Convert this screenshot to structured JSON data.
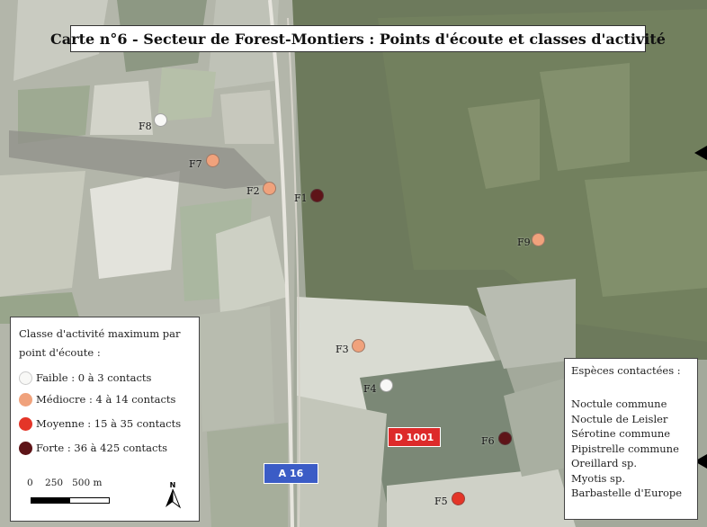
{
  "title": "Carte n°6 - Secteur de Forest-Montiers : Points d'écoute et classes d'activité",
  "colors": {
    "faible": "#f8f8f6",
    "mediocre": "#f0a27c",
    "moyenne": "#e43528",
    "forte": "#5e1418",
    "road_a16": "#3b5cc6",
    "road_d1001": "#dd2a2a"
  },
  "points": [
    {
      "id": "F8",
      "label": "F8",
      "class": "faible"
    },
    {
      "id": "F7",
      "label": "F7",
      "class": "mediocre"
    },
    {
      "id": "F2",
      "label": "F2",
      "class": "mediocre"
    },
    {
      "id": "F1",
      "label": "F1",
      "class": "forte"
    },
    {
      "id": "F9",
      "label": "F9",
      "class": "mediocre"
    },
    {
      "id": "F3",
      "label": "F3",
      "class": "mediocre"
    },
    {
      "id": "F4",
      "label": "F4",
      "class": "faible"
    },
    {
      "id": "F6",
      "label": "F6",
      "class": "forte"
    },
    {
      "id": "F5",
      "label": "F5",
      "class": "moyenne"
    }
  ],
  "legend": {
    "heading": "Classe d'activité maximum par point d'écoute :",
    "items": [
      {
        "label": "Faible : 0 à 3 contacts",
        "class": "faible"
      },
      {
        "label": "Médiocre : 4 à 14 contacts",
        "class": "mediocre"
      },
      {
        "label": "Moyenne : 15 à 35 contacts",
        "class": "moyenne"
      },
      {
        "label": "Forte : 36 à 425 contacts",
        "class": "forte"
      }
    ],
    "scale_text": "0    250   500 m",
    "north_label": "N"
  },
  "species": {
    "heading": "Espèces contactées :",
    "items": [
      "Noctule commune",
      "Noctule de Leisler",
      "Sérotine commune",
      "Pipistrelle commune",
      "Oreillard sp.",
      "Myotis sp.",
      "Barbastelle d'Europe"
    ]
  },
  "roads": {
    "a16": "A 16",
    "d1001": "D 1001"
  }
}
